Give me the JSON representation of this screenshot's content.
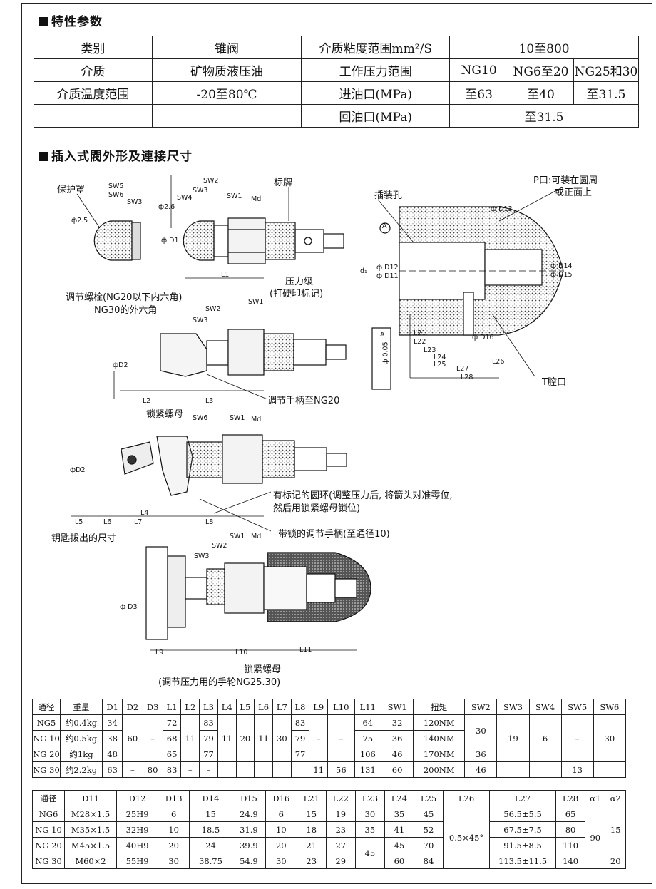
{
  "sections": {
    "params_title": "特性参数",
    "dims_title": "插入式閥外形及連接尺寸"
  },
  "params": {
    "row1": [
      "类别",
      "锥阀",
      "介质粘度范围mm²/S",
      "10至800"
    ],
    "row2": [
      "介质",
      "矿物质液压油",
      "工作压力范围",
      "NG10",
      "NG6至20",
      "NG25和30"
    ],
    "row3": [
      "介质温度范围",
      "-20至80℃",
      "进油口(MPa)",
      "至63",
      "至40",
      "至31.5"
    ],
    "row4": [
      "回油口(MPa)",
      "至31.5"
    ]
  },
  "labels": {
    "protect_cover": "保护罩",
    "nameplate": "标牌",
    "adjust_bolt": "调节螺栓(NG20以下内六角)",
    "ng30_hex": "NG30的外六角",
    "pressure_level": "压力级",
    "hard_stamp": "(打硬印标记)",
    "install_hole": "插装孔",
    "p_port": "P口:可装在圆周",
    "p_port2": "或正面上",
    "t_port": "T腔口",
    "handle_ng20": "调节手柄至NG20",
    "lock_nut": "锁紧螺母",
    "ring_mark": "有标记的圆环(调整压力后, 将箭头对准零位,",
    "ring_mark2": "然后用锁紧螺母锁位)",
    "lock_handle": "带锁的调节手柄(至通径10)",
    "key_size": "钥匙拔出的尺寸",
    "lock_nut2": "锁紧螺母",
    "handwheel": "(调节压力用的手轮NG25.30)"
  },
  "dims": {
    "sw5": "SW5",
    "sw6": "SW6",
    "sw3": "SW3",
    "sw2": "SW2",
    "sw4": "SW4",
    "sw1": "SW1",
    "md": "Md",
    "phi25": "ф2.5",
    "phi26": "ф2.6",
    "d1": "ф D1",
    "l1": "L1",
    "d2": "фD2",
    "l2": "L2",
    "l3": "L3",
    "l4": "L4",
    "l5": "L5",
    "l6": "L6",
    "l7": "L7",
    "l8": "L8",
    "d3": "ф D3",
    "l9": "L9",
    "l10": "L10",
    "l11": "L11",
    "d13": "ф D13",
    "d14": "ф D14",
    "d15": "ф D15",
    "d16": "ф D16",
    "d12": "ф D12",
    "d11": "ф D11",
    "d1s": "d₁",
    "a_mark": "A",
    "l21": "L21",
    "l22": "L22",
    "l23": "L23",
    "l24": "L24",
    "l25": "L25",
    "l26": "L26",
    "l27": "L27",
    "l28": "L28",
    "tol": "ф 0.05",
    "tol_a": "A"
  },
  "table2": {
    "header": [
      "通径",
      "重量",
      "D1",
      "D2",
      "D3",
      "L1",
      "L2",
      "L3",
      "L4",
      "L5",
      "L6",
      "L7",
      "L8",
      "L9",
      "L10",
      "L11",
      "SW1",
      "扭矩",
      "SW2",
      "SW3",
      "SW4",
      "SW5",
      "SW6"
    ],
    "r1": [
      "NG5",
      "约0.4kg",
      "34",
      "72",
      "83",
      "83",
      "64",
      "32",
      "120NM",
      "30"
    ],
    "r2": [
      "NG 10",
      "约0.5kg",
      "38",
      "60",
      "–",
      "68",
      "11",
      "79",
      "11",
      "20",
      "11",
      "30",
      "79",
      "–",
      "–",
      "75",
      "36",
      "140NM",
      "19",
      "6",
      "–",
      "30"
    ],
    "r3": [
      "NG 20",
      "约1kg",
      "48",
      "65",
      "77",
      "77",
      "106",
      "46",
      "170NM",
      "36"
    ],
    "r4": [
      "NG 30",
      "约2.2kg",
      "63",
      "–",
      "80",
      "83",
      "–",
      "–",
      "11",
      "56",
      "131",
      "60",
      "200NM",
      "46",
      "13"
    ]
  },
  "table3": {
    "header": [
      "通径",
      "D11",
      "D12",
      "D13",
      "D14",
      "D15",
      "D16",
      "L21",
      "L22",
      "L23",
      "L24",
      "L25",
      "L26",
      "L27",
      "L28",
      "α1",
      "α2"
    ],
    "r1": [
      "NG6",
      "M28×1.5",
      "25H9",
      "6",
      "15",
      "24.9",
      "6",
      "15",
      "19",
      "30",
      "35",
      "45",
      "0.5×45°",
      "56.5±5.5",
      "65",
      "90",
      "15"
    ],
    "r2": [
      "NG 10",
      "M35×1.5",
      "32H9",
      "10",
      "18.5",
      "31.9",
      "10",
      "18",
      "23",
      "35",
      "41",
      "52",
      "67.5±7.5",
      "80"
    ],
    "r3": [
      "NG 20",
      "M45×1.5",
      "40H9",
      "20",
      "24",
      "39.9",
      "20",
      "21",
      "27",
      "45",
      "45",
      "70",
      "91.5±8.5",
      "110"
    ],
    "r4": [
      "NG 30",
      "M60×2",
      "55H9",
      "30",
      "38.75",
      "54.9",
      "30",
      "23",
      "29",
      "60",
      "84",
      "113.5±11.5",
      "140",
      "20"
    ]
  }
}
